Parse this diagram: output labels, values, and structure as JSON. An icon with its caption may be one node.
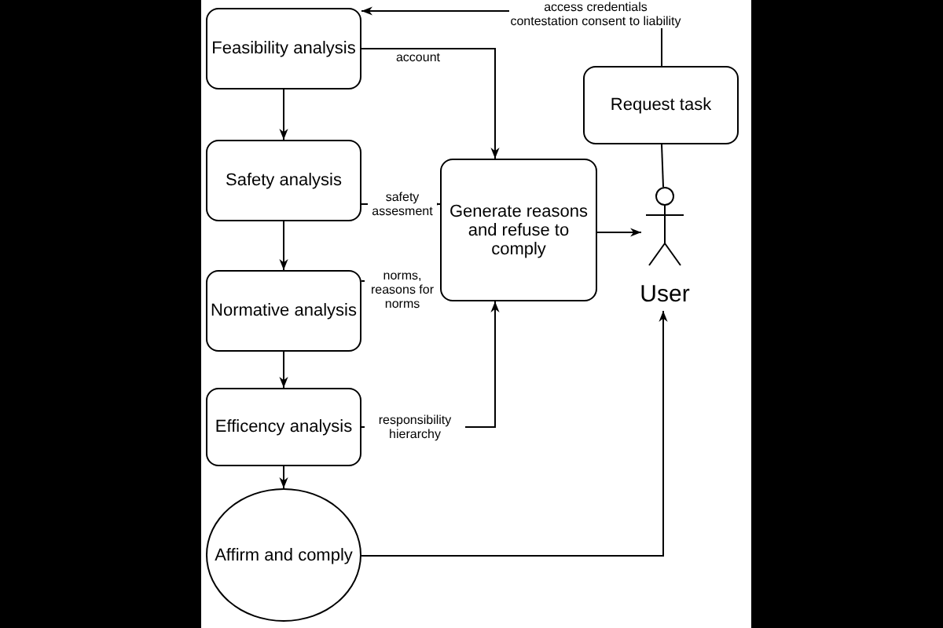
{
  "diagram": {
    "nodes": [
      {
        "text": [
          "Feasibility analysis"
        ]
      },
      {
        "text": [
          "Safety  analysis"
        ]
      },
      {
        "text": [
          "Normative  analysis"
        ]
      },
      {
        "text": [
          "Efficency analysis"
        ]
      },
      {
        "text": [
          "Affirm and comply"
        ]
      },
      {
        "text": [
          "Generate reasons and refuse to comply"
        ]
      },
      {
        "text": [
          "Request task"
        ]
      },
      {
        "text": [
          "User"
        ]
      }
    ],
    "edges": [
      {
        "from": 0,
        "to": 1,
        "arrow": "to"
      },
      {
        "from": 1,
        "to": 2,
        "arrow": "to"
      },
      {
        "from": 2,
        "to": 3,
        "arrow": "to"
      },
      {
        "from": 3,
        "to": 4,
        "arrow": "to"
      },
      {
        "from": 0,
        "to": 5,
        "arrow": "to",
        "label": "account"
      },
      {
        "from": 1,
        "to": 5,
        "arrow": "to",
        "label": "safety assesment"
      },
      {
        "from": 2,
        "to": 5,
        "arrow": "to",
        "label": "norms, reasons for norms"
      },
      {
        "from": 3,
        "to": 5,
        "arrow": "to",
        "label": "responsibility hierarchy"
      },
      {
        "from": 5,
        "to": 7,
        "arrow": "to"
      },
      {
        "from": 4,
        "to": 7,
        "arrow": "to"
      },
      {
        "from": 6,
        "to": 0,
        "arrow": "to",
        "label": "access credentials contestation consent to liability"
      },
      {
        "from": 6,
        "to": 7,
        "arrow": "none"
      }
    ]
  }
}
